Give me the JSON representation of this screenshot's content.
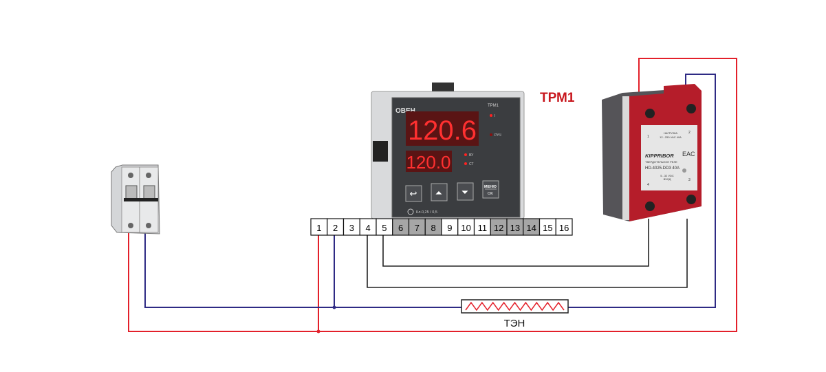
{
  "title": "ТРМ1",
  "heater_label": "ТЭН",
  "terminals": [
    {
      "n": "1",
      "shaded": false
    },
    {
      "n": "2",
      "shaded": false
    },
    {
      "n": "3",
      "shaded": false
    },
    {
      "n": "4",
      "shaded": false
    },
    {
      "n": "5",
      "shaded": false
    },
    {
      "n": "6",
      "shaded": true
    },
    {
      "n": "7",
      "shaded": true
    },
    {
      "n": "8",
      "shaded": true
    },
    {
      "n": "9",
      "shaded": false
    },
    {
      "n": "10",
      "shaded": false
    },
    {
      "n": "11",
      "shaded": false
    },
    {
      "n": "12",
      "shaded": true
    },
    {
      "n": "13",
      "shaded": true
    },
    {
      "n": "14",
      "shaded": true
    },
    {
      "n": "15",
      "shaded": false
    },
    {
      "n": "16",
      "shaded": false
    }
  ],
  "controller": {
    "brand": "ОВЕН",
    "model": "ТРМ1",
    "main_display": "120.6",
    "set_display": "120.0",
    "led_i": "I",
    "led_manual": "РУЧ",
    "led_vu": "ВУ",
    "led_st": "СТ",
    "menu_label": "МЕНЮ",
    "ok_label": "OK",
    "accuracy": "Кл.0,25 / 0,5"
  },
  "relay": {
    "load_label": "НАГРУЗКА",
    "load_rating": "12...250 VAC 40A",
    "brand": "KIPPRIBOR",
    "type": "ТВЕРДОТЕЛЬНОЕ РЕЛЕ",
    "model": "HD-4025.DD3 40A",
    "input_rating": "5...32 VDC",
    "input_label": "ВХОД",
    "cert": "EAC",
    "pins": [
      "1",
      "2",
      "3",
      "4"
    ]
  },
  "colors": {
    "phase": "#e3202a",
    "neutral": "#2e2a84",
    "control": "#222222",
    "title": "#c8161d"
  }
}
